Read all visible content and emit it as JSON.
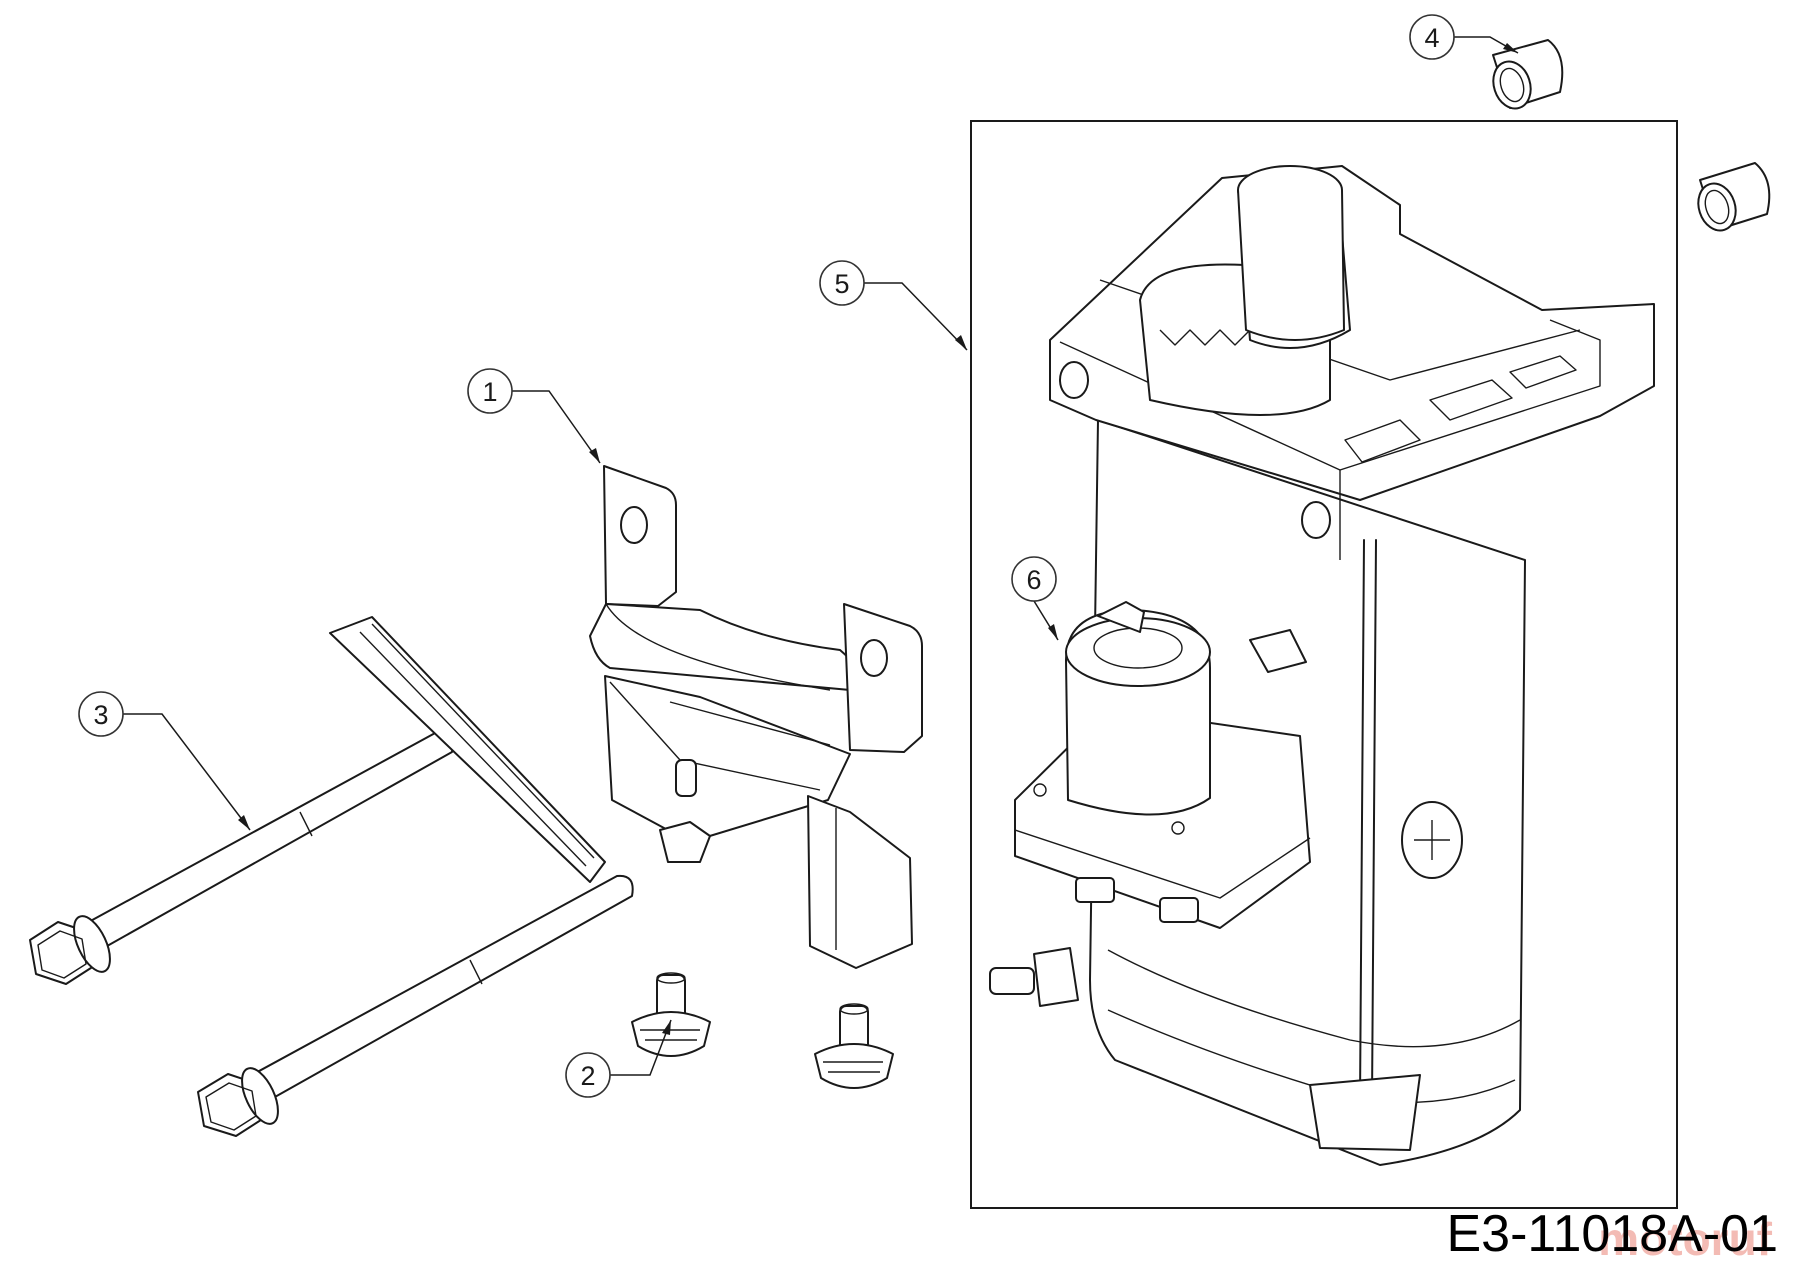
{
  "diagram": {
    "drawing_code": "E3-11018A-01",
    "watermark": "motoruf",
    "callouts": [
      {
        "id": "1",
        "label": "1"
      },
      {
        "id": "2",
        "label": "2"
      },
      {
        "id": "3",
        "label": "3"
      },
      {
        "id": "4",
        "label": "4"
      },
      {
        "id": "5",
        "label": "5"
      },
      {
        "id": "6",
        "label": "6"
      }
    ],
    "parts": [
      {
        "callout": "1",
        "icon": "bracket-icon"
      },
      {
        "callout": "2",
        "icon": "flange-bolt-icon"
      },
      {
        "callout": "3",
        "icon": "long-hex-bolt-icon"
      },
      {
        "callout": "4",
        "icon": "spacer-bushing-icon"
      },
      {
        "callout": "5",
        "icon": "starter-motor-icon"
      },
      {
        "callout": "6",
        "icon": "solenoid-icon"
      }
    ]
  }
}
